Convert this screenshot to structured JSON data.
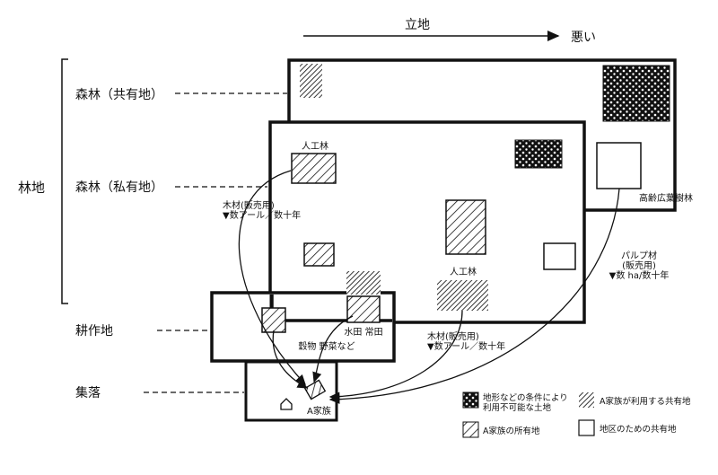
{
  "axis": {
    "label": "立地",
    "end_label": "悪い"
  },
  "group_label": "林地",
  "rows": {
    "common_forest": "森林（共有地）",
    "private_forest": "森林（私有地）",
    "cropland": "耕作地",
    "settlement": "集落"
  },
  "annotations": {
    "planted_forest_top": "人工林",
    "planted_forest_mid": "人工林",
    "old_broadleaf": "高齢広葉樹林",
    "timber_left_line1": "木材(販売用)",
    "timber_left_line2": "▼数アール／数十年",
    "pulp_line1": "パルプ材",
    "pulp_line2": "(販売用)",
    "pulp_line3": "▼数 ha/数十年",
    "paddy_field": "水田 常田",
    "grain_veg": "穀物 野菜など",
    "timber_mid_line1": "木材(販売用)",
    "timber_mid_line2": "▼数アール／数十年",
    "family": "A家族"
  },
  "legend": {
    "unusable": {
      "line1": "地形などの条件により",
      "line2": "利用不可能な土地"
    },
    "family_common": "A家族が利用する共有地",
    "family_owned": "A家族の所有地",
    "district_common": "地区のための共有地"
  },
  "icons": [
    "house-icon"
  ]
}
